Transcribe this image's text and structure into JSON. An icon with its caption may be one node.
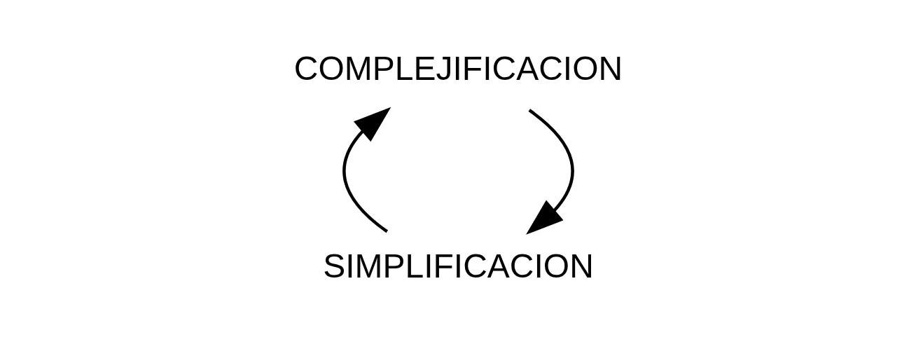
{
  "diagram": {
    "nodes": [
      {
        "text": [
          "SIMPLIFICACION"
        ]
      },
      {
        "text": [
          "COMPLEJIFICACION"
        ]
      }
    ],
    "edges": [
      {
        "from": 1,
        "to": 0,
        "arrow": "to"
      },
      {
        "from": 0,
        "to": 1,
        "arrow": "to"
      }
    ]
  }
}
